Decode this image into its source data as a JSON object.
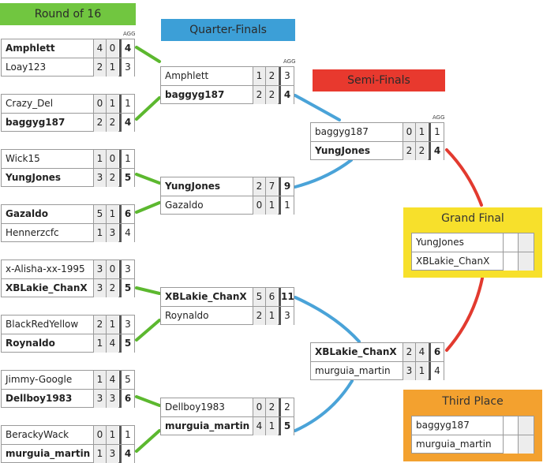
{
  "rounds": {
    "r16": {
      "title": "Round of 16",
      "color": "#71c640"
    },
    "qf": {
      "title": "Quarter-Finals",
      "color": "#3c9fd7"
    },
    "sf": {
      "title": "Semi-Finals",
      "color": "#e8392e"
    }
  },
  "agg_label": "AGG",
  "matches": {
    "r16": [
      {
        "players": [
          {
            "name": "Amphlett",
            "s1": "4",
            "s2": "0",
            "agg": "4"
          },
          {
            "name": "Loay123",
            "s1": "2",
            "s2": "1",
            "agg": "3"
          }
        ]
      },
      {
        "players": [
          {
            "name": "Crazy_Del",
            "s1": "0",
            "s2": "1",
            "agg": "1"
          },
          {
            "name": "baggyg187",
            "s1": "2",
            "s2": "2",
            "agg": "4"
          }
        ]
      },
      {
        "players": [
          {
            "name": "Wick15",
            "s1": "1",
            "s2": "0",
            "agg": "1"
          },
          {
            "name": "YungJones",
            "s1": "3",
            "s2": "2",
            "agg": "5"
          }
        ]
      },
      {
        "players": [
          {
            "name": "Gazaldo",
            "s1": "5",
            "s2": "1",
            "agg": "6"
          },
          {
            "name": "Hennerzcfc",
            "s1": "1",
            "s2": "3",
            "agg": "4"
          }
        ]
      },
      {
        "players": [
          {
            "name": "x-Alisha-xx-1995",
            "s1": "3",
            "s2": "0",
            "agg": "3"
          },
          {
            "name": "XBLakie_ChanX",
            "s1": "3",
            "s2": "2",
            "agg": "5"
          }
        ]
      },
      {
        "players": [
          {
            "name": "BlackRedYellow",
            "s1": "2",
            "s2": "1",
            "agg": "3"
          },
          {
            "name": "Roynaldo",
            "s1": "1",
            "s2": "4",
            "agg": "5"
          }
        ]
      },
      {
        "players": [
          {
            "name": "Jimmy-Google",
            "s1": "1",
            "s2": "4",
            "agg": "5"
          },
          {
            "name": "Dellboy1983",
            "s1": "3",
            "s2": "3",
            "agg": "6"
          }
        ]
      },
      {
        "players": [
          {
            "name": "BerackyWack",
            "s1": "0",
            "s2": "1",
            "agg": "1"
          },
          {
            "name": "murguia_martin",
            "s1": "1",
            "s2": "3",
            "agg": "4"
          }
        ]
      }
    ],
    "qf": [
      {
        "players": [
          {
            "name": "Amphlett",
            "s1": "1",
            "s2": "2",
            "agg": "3"
          },
          {
            "name": "baggyg187",
            "s1": "2",
            "s2": "2",
            "agg": "4"
          }
        ]
      },
      {
        "players": [
          {
            "name": "YungJones",
            "s1": "2",
            "s2": "7",
            "agg": "9"
          },
          {
            "name": "Gazaldo",
            "s1": "0",
            "s2": "1",
            "agg": "1"
          }
        ]
      },
      {
        "players": [
          {
            "name": "XBLakie_ChanX",
            "s1": "5",
            "s2": "6",
            "agg": "11"
          },
          {
            "name": "Roynaldo",
            "s1": "2",
            "s2": "1",
            "agg": "3"
          }
        ]
      },
      {
        "players": [
          {
            "name": "Dellboy1983",
            "s1": "0",
            "s2": "2",
            "agg": "2"
          },
          {
            "name": "murguia_martin",
            "s1": "4",
            "s2": "1",
            "agg": "5"
          }
        ]
      }
    ],
    "sf": [
      {
        "players": [
          {
            "name": "baggyg187",
            "s1": "0",
            "s2": "1",
            "agg": "1"
          },
          {
            "name": "YungJones",
            "s1": "2",
            "s2": "2",
            "agg": "4"
          }
        ]
      },
      {
        "players": [
          {
            "name": "XBLakie_ChanX",
            "s1": "2",
            "s2": "4",
            "agg": "6"
          },
          {
            "name": "murguia_martin",
            "s1": "3",
            "s2": "1",
            "agg": "4"
          }
        ]
      }
    ]
  },
  "grand_final": {
    "title": "Grand Final",
    "color": "#f7e02b",
    "players": [
      "YungJones",
      "XBLakie_ChanX"
    ]
  },
  "third_place": {
    "title": "Third Place",
    "color": "#f3a12f",
    "players": [
      "baggyg187",
      "murguia_martin"
    ]
  },
  "connector_colors": {
    "r16": "#5cb82f",
    "qf": "#4aa3d8",
    "sf": "#e23a2f"
  }
}
